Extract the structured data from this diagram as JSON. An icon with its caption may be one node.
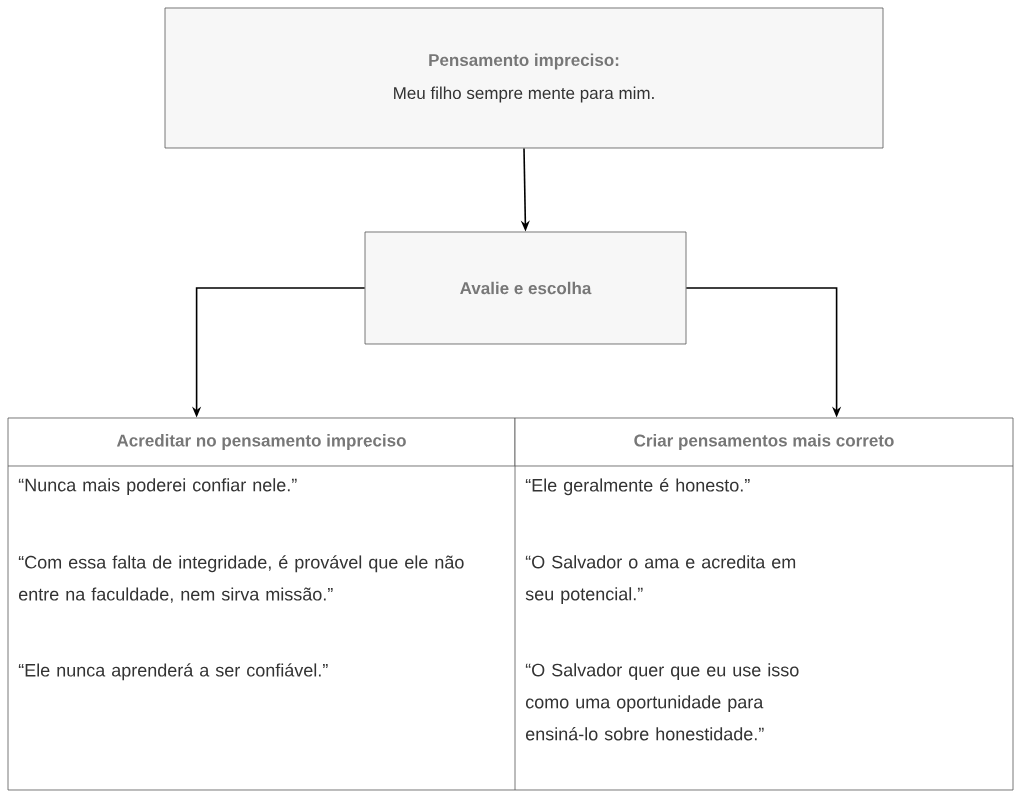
{
  "diagram": {
    "nodes": [
      {
        "text": [
          "Pensamento impreciso:",
          "Meu filho sempre mente para mim."
        ]
      },
      {
        "text": [
          "Avalie e escolha"
        ]
      },
      {
        "text": [
          "Acreditar no pensamento impreciso"
        ]
      },
      {
        "text": [
          "Criar pensamentos mais correto"
        ]
      }
    ],
    "edges": [
      {
        "from": 0,
        "to": 1,
        "arrow": "to"
      },
      {
        "from": 1,
        "to": 2,
        "arrow": "to"
      },
      {
        "from": 1,
        "to": 3,
        "arrow": "to"
      }
    ],
    "labels": [
      "“Nunca mais poderei confiar nele.”",
      "“Ele geralmente é honesto.”",
      "“Com essa falta de integridade, é provável que ele não entre na faculdade, nem sirva missão.”",
      "“O Salvador o ama e acredita em seu potencial.”",
      "“Ele nunca aprenderá a ser confiável.”",
      "“O Salvador quer que eu use isso como uma oportunidade para ensiná-lo sobre honestidade.”"
    ]
  }
}
